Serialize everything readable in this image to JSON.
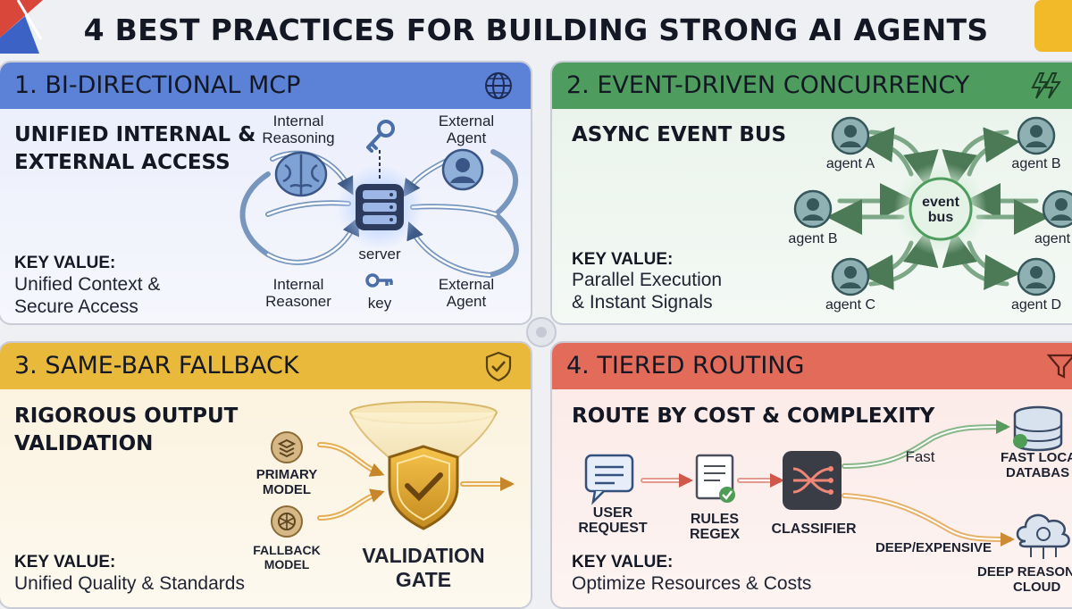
{
  "title": "4 BEST PRACTICES FOR BUILDING STRONG AI AGENTS",
  "colors": {
    "blue": "#5b82d6",
    "green": "#4e9d5f",
    "gold": "#e9b93c",
    "red": "#e36b5a"
  },
  "panel1": {
    "header": "1. BI-DIRECTIONAL MCP",
    "header_icon": "globe-icon",
    "subtitle_line1": "UNIFIED INTERNAL &",
    "subtitle_line2": "EXTERNAL ACCESS",
    "key_value_label": "KEY VALUE:",
    "key_value_line1": "Unified Context &",
    "key_value_line2": "Secure Access",
    "internal_reasoning_line1": "Internal",
    "internal_reasoning_line2": "Reasoning",
    "external_agent_top_line1": "External",
    "external_agent_top_line2": "Agent",
    "server": "server",
    "internal_reasoner_line1": "Internal",
    "internal_reasoner_line2": "Reasoner",
    "key": "key",
    "external_agent_bottom_line1": "External",
    "external_agent_bottom_line2": "Agent"
  },
  "panel2": {
    "header": "2. EVENT-DRIVEN CONCURRENCY",
    "header_icon": "lightning-icon",
    "subtitle": "ASYNC EVENT BUS",
    "key_value_label": "KEY VALUE:",
    "key_value_line1": "Parallel Execution",
    "key_value_line2": "& Instant Signals",
    "bus_line1": "event",
    "bus_line2": "bus",
    "agent_a": "agent A",
    "agent_b_top": "agent B",
    "agent_b_left": "agent B",
    "agent_right": "agent",
    "agent_c": "agent C",
    "agent_d": "agent D"
  },
  "panel3": {
    "header": "3. SAME-BAR FALLBACK",
    "header_icon": "shield-check-icon",
    "subtitle_line1": "RIGOROUS OUTPUT",
    "subtitle_line2": "VALIDATION",
    "key_value_label": "KEY VALUE:",
    "key_value_text": "Unified Quality & Standards",
    "primary_line1": "PRIMARY",
    "primary_line2": "MODEL",
    "fallback_line1": "FALLBACK",
    "fallback_line2": "MODEL",
    "gate_line1": "VALIDATION",
    "gate_line2": "GATE"
  },
  "panel4": {
    "header": "4. TIERED ROUTING",
    "header_icon": "funnel-icon",
    "subtitle": "ROUTE BY COST & COMPLEXITY",
    "key_value_label": "KEY VALUE:",
    "key_value_text": "Optimize Resources & Costs",
    "user_request_line1": "USER",
    "user_request_line2": "REQUEST",
    "rules_line1": "RULES",
    "rules_line2": "REGEX",
    "classifier": "CLASSIFIER",
    "fast": "Fast",
    "deep_expensive": "DEEP/EXPENSIVE",
    "fast_local_line1": "FAST LOCA",
    "fast_local_line2": "DATABAS",
    "deep_reason_line1": "DEEP REASON",
    "deep_reason_line2": "CLOUD"
  }
}
